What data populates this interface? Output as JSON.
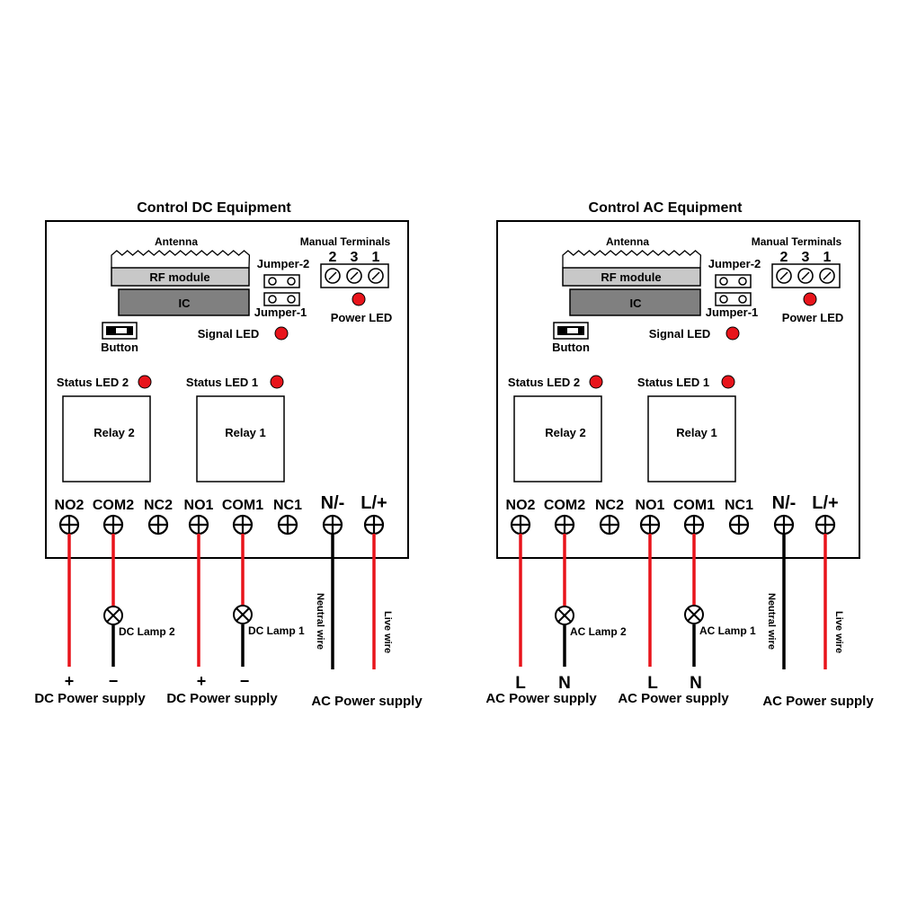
{
  "panels": [
    {
      "id": "dc",
      "title": "Control DC Equipment",
      "antenna_label": "Antenna",
      "rf_module_label": "RF module",
      "ic_label": "IC",
      "button_label": "Button",
      "jumper2_label": "Jumper-2",
      "jumper1_label": "Jumper-1",
      "manual_terminals_label": "Manual Terminals",
      "manual_terminal_numbers": [
        "2",
        "3",
        "1"
      ],
      "power_led_label": "Power LED",
      "signal_led_label": "Signal LED",
      "status_led2_label": "Status LED 2",
      "status_led1_label": "Status LED 1",
      "relay2_label": "Relay 2",
      "relay1_label": "Relay 1",
      "terminals": [
        "NO2",
        "COM2",
        "NC2",
        "NO1",
        "COM1",
        "NC1",
        "N/-",
        "L/+"
      ],
      "lamp2_label": "DC Lamp 2",
      "lamp1_label": "DC Lamp 1",
      "neutral_wire_label": "Neutral wire",
      "live_wire_label": "Live wire",
      "supply1_polarity": [
        "+",
        "−"
      ],
      "supply2_polarity": [
        "+",
        "−"
      ],
      "supply1_label": "DC Power supply",
      "supply2_label": "DC Power supply",
      "supply3_label": "AC Power supply"
    },
    {
      "id": "ac",
      "title": "Control AC Equipment",
      "antenna_label": "Antenna",
      "rf_module_label": "RF module",
      "ic_label": "IC",
      "button_label": "Button",
      "jumper2_label": "Jumper-2",
      "jumper1_label": "Jumper-1",
      "manual_terminals_label": "Manual Terminals",
      "manual_terminal_numbers": [
        "2",
        "3",
        "1"
      ],
      "power_led_label": "Power LED",
      "signal_led_label": "Signal LED",
      "status_led2_label": "Status LED 2",
      "status_led1_label": "Status LED 1",
      "relay2_label": "Relay 2",
      "relay1_label": "Relay 1",
      "terminals": [
        "NO2",
        "COM2",
        "NC2",
        "NO1",
        "COM1",
        "NC1",
        "N/-",
        "L/+"
      ],
      "lamp2_label": "AC Lamp 2",
      "lamp1_label": "AC Lamp 1",
      "neutral_wire_label": "Neutral wire",
      "live_wire_label": "Live wire",
      "supply1_polarity": [
        "L",
        "N"
      ],
      "supply2_polarity": [
        "L",
        "N"
      ],
      "supply1_label": "AC Power supply",
      "supply2_label": "AC Power supply",
      "supply3_label": "AC Power supply"
    }
  ],
  "colors": {
    "live_wire": "#e8141b",
    "neutral_wire": "#000000",
    "led": "#e8141b",
    "rf_module": "#c8c8c8",
    "ic": "#808080",
    "board_border": "#000000"
  }
}
